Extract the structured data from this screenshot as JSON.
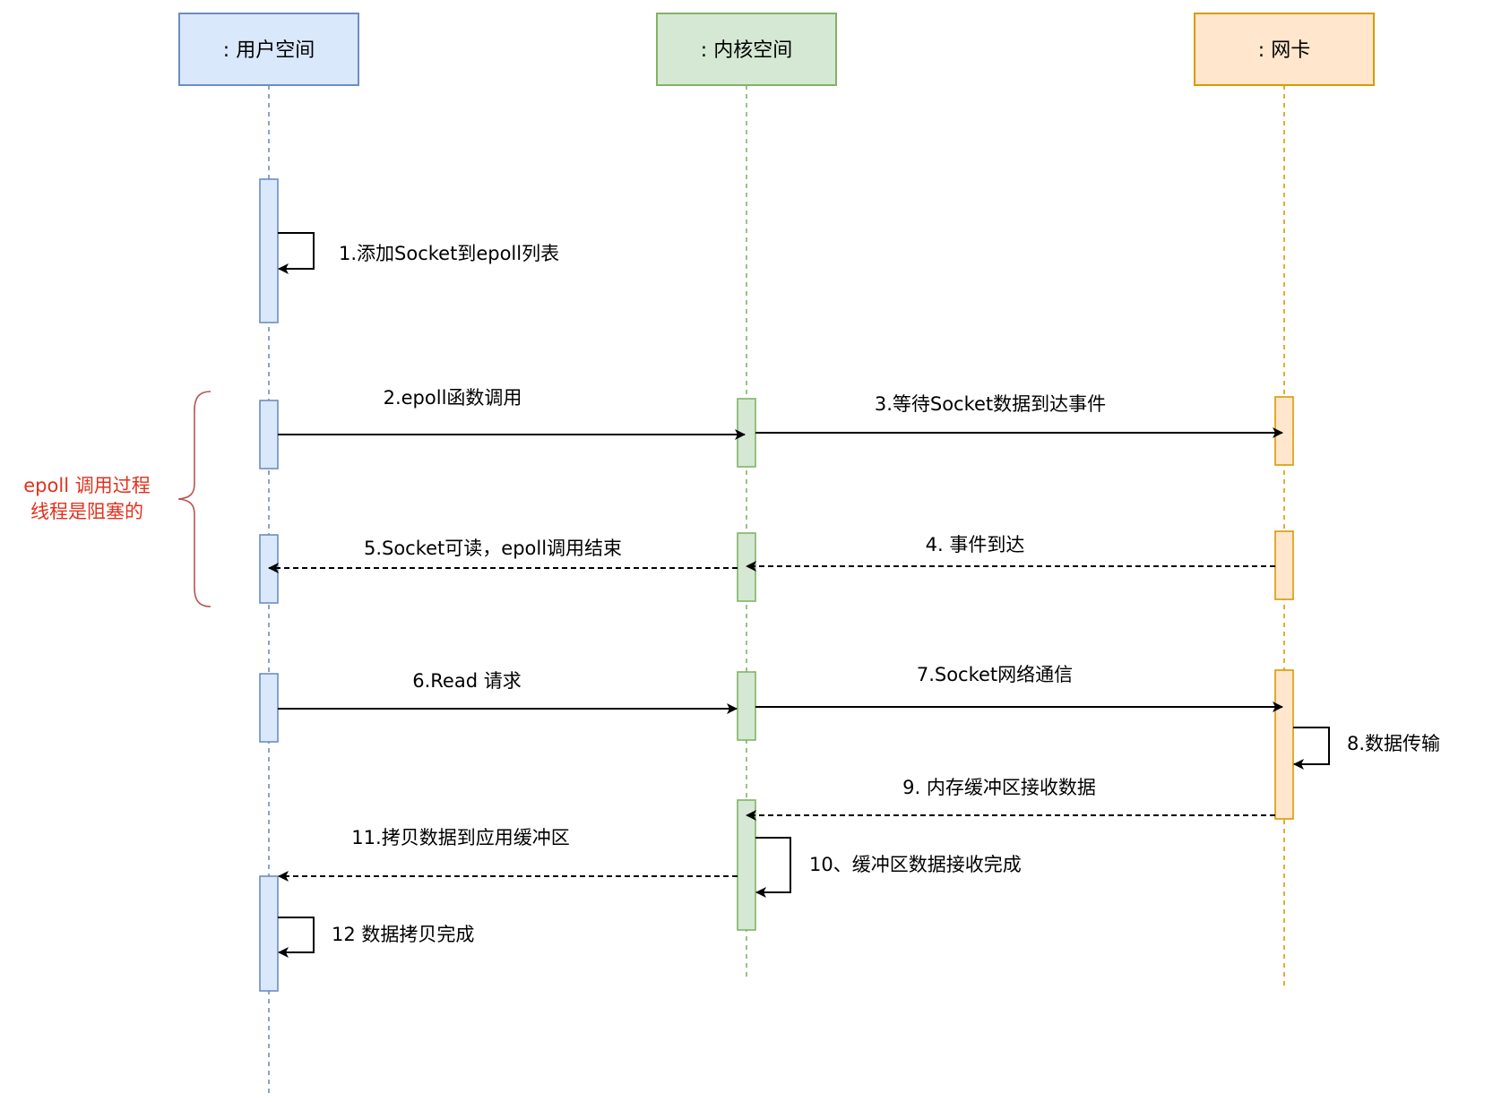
{
  "participants": [
    {
      "id": "user",
      "label": ": 用户空间",
      "fill": "#dae8fc",
      "stroke": "#6c8ebf"
    },
    {
      "id": "kernel",
      "label": ": 内核空间",
      "fill": "#d5e8d4",
      "stroke": "#82b366"
    },
    {
      "id": "nic",
      "label": ": 网卡",
      "fill": "#ffe6cc",
      "stroke": "#d79b00"
    }
  ],
  "messages": [
    {
      "label": "1.添加Socket到epoll列表",
      "from": "user",
      "to": "user",
      "style": "solid"
    },
    {
      "label": "2.epoll函数调用",
      "from": "user",
      "to": "kernel",
      "style": "solid"
    },
    {
      "label": "3.等待Socket数据到达事件",
      "from": "kernel",
      "to": "nic",
      "style": "solid"
    },
    {
      "label": "4. 事件到达",
      "from": "nic",
      "to": "kernel",
      "style": "dashed"
    },
    {
      "label": "5.Socket可读，epoll调用结束",
      "from": "kernel",
      "to": "user",
      "style": "dashed"
    },
    {
      "label": "6.Read 请求",
      "from": "user",
      "to": "kernel",
      "style": "solid"
    },
    {
      "label": "7.Socket网络通信",
      "from": "kernel",
      "to": "nic",
      "style": "solid"
    },
    {
      "label": "8.数据传输",
      "from": "nic",
      "to": "nic",
      "style": "solid"
    },
    {
      "label": "9. 内存缓冲区接收数据",
      "from": "nic",
      "to": "kernel",
      "style": "dashed"
    },
    {
      "label": "10、缓冲区数据接收完成",
      "from": "kernel",
      "to": "kernel",
      "style": "solid"
    },
    {
      "label": "11.拷贝数据到应用缓冲区",
      "from": "kernel",
      "to": "user",
      "style": "dashed"
    },
    {
      "label": "12 数据拷贝完成",
      "from": "user",
      "to": "user",
      "style": "solid"
    }
  ],
  "note": {
    "lines": [
      "epoll 调用过程",
      "线程是阻塞的"
    ],
    "color": "#e0321f",
    "brace_color": "#b85450"
  }
}
